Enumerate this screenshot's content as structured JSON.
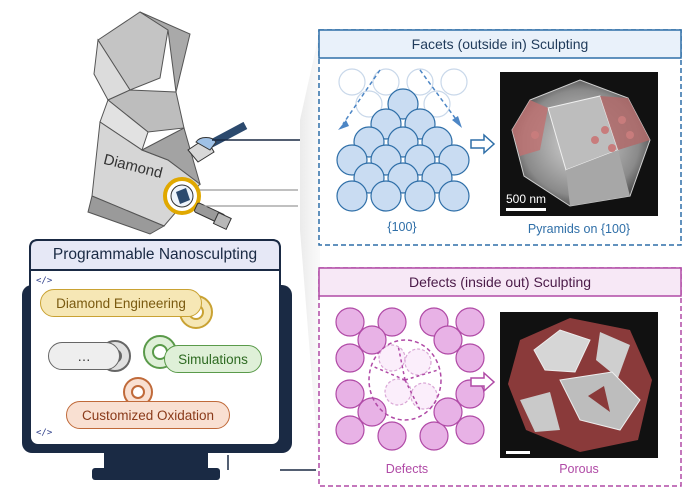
{
  "diamond": {
    "label": "Diamond"
  },
  "facets_panel": {
    "title": "Facets (outside in) Sculpting",
    "lattice_label": "{100}",
    "scale_bar_label": "500 nm",
    "image_caption": "Pyramids on {100}",
    "accent_color": "#2f6fa8",
    "circle_fill": "#c9dcf2"
  },
  "defects_panel": {
    "title": "Defects (inside out) Sculpting",
    "lattice_label": "Defects",
    "image_caption": "Porous",
    "accent_color": "#b04aa6",
    "circle_fill": "#e8b2e6"
  },
  "monitor": {
    "title": "Programmable Nanosculpting",
    "code_tag": "</>",
    "items": {
      "diamond_engineering": "Diamond Engineering",
      "ellipsis": "…",
      "simulations": "Simulations",
      "customized_oxidation": "Customized Oxidation"
    },
    "colors": {
      "diamond_engineering": "#f6e7b5",
      "simulations": "#dff0d8",
      "customized_oxidation": "#f9e0d2",
      "ellipsis": "#eeeeee",
      "frame": "#1a2a44",
      "screen_header": "#e6e8f6"
    }
  }
}
